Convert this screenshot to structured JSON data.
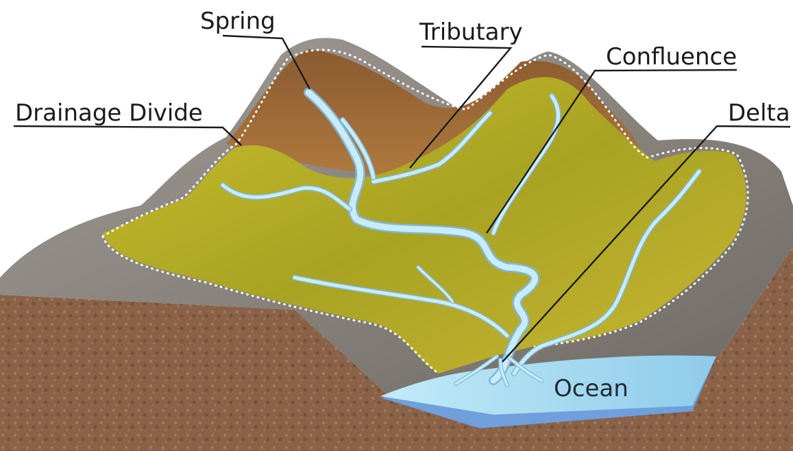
{
  "labels": {
    "spring": "Spring",
    "tributary": "Tributary",
    "confluence": "Confluence",
    "drainage_divide": "Drainage Divide",
    "delta": "Delta",
    "ocean": "Ocean"
  },
  "colors": {
    "soil": "#8a6248",
    "rock": "#8f8a84",
    "vegetation": "#b8b12a",
    "earth_slope": "#9a6a3a",
    "river": "#c9ecf8",
    "ocean": "#9fd6ef",
    "ocean_deep": "#6f9fdc"
  }
}
